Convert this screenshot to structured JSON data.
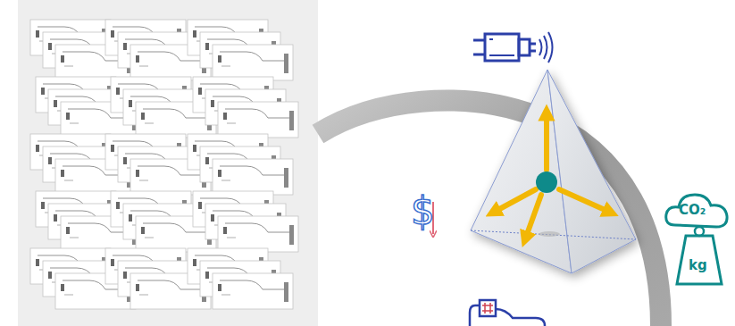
{
  "diagram": {
    "labels": [
      "CO₂",
      "kg",
      "$"
    ]
  }
}
